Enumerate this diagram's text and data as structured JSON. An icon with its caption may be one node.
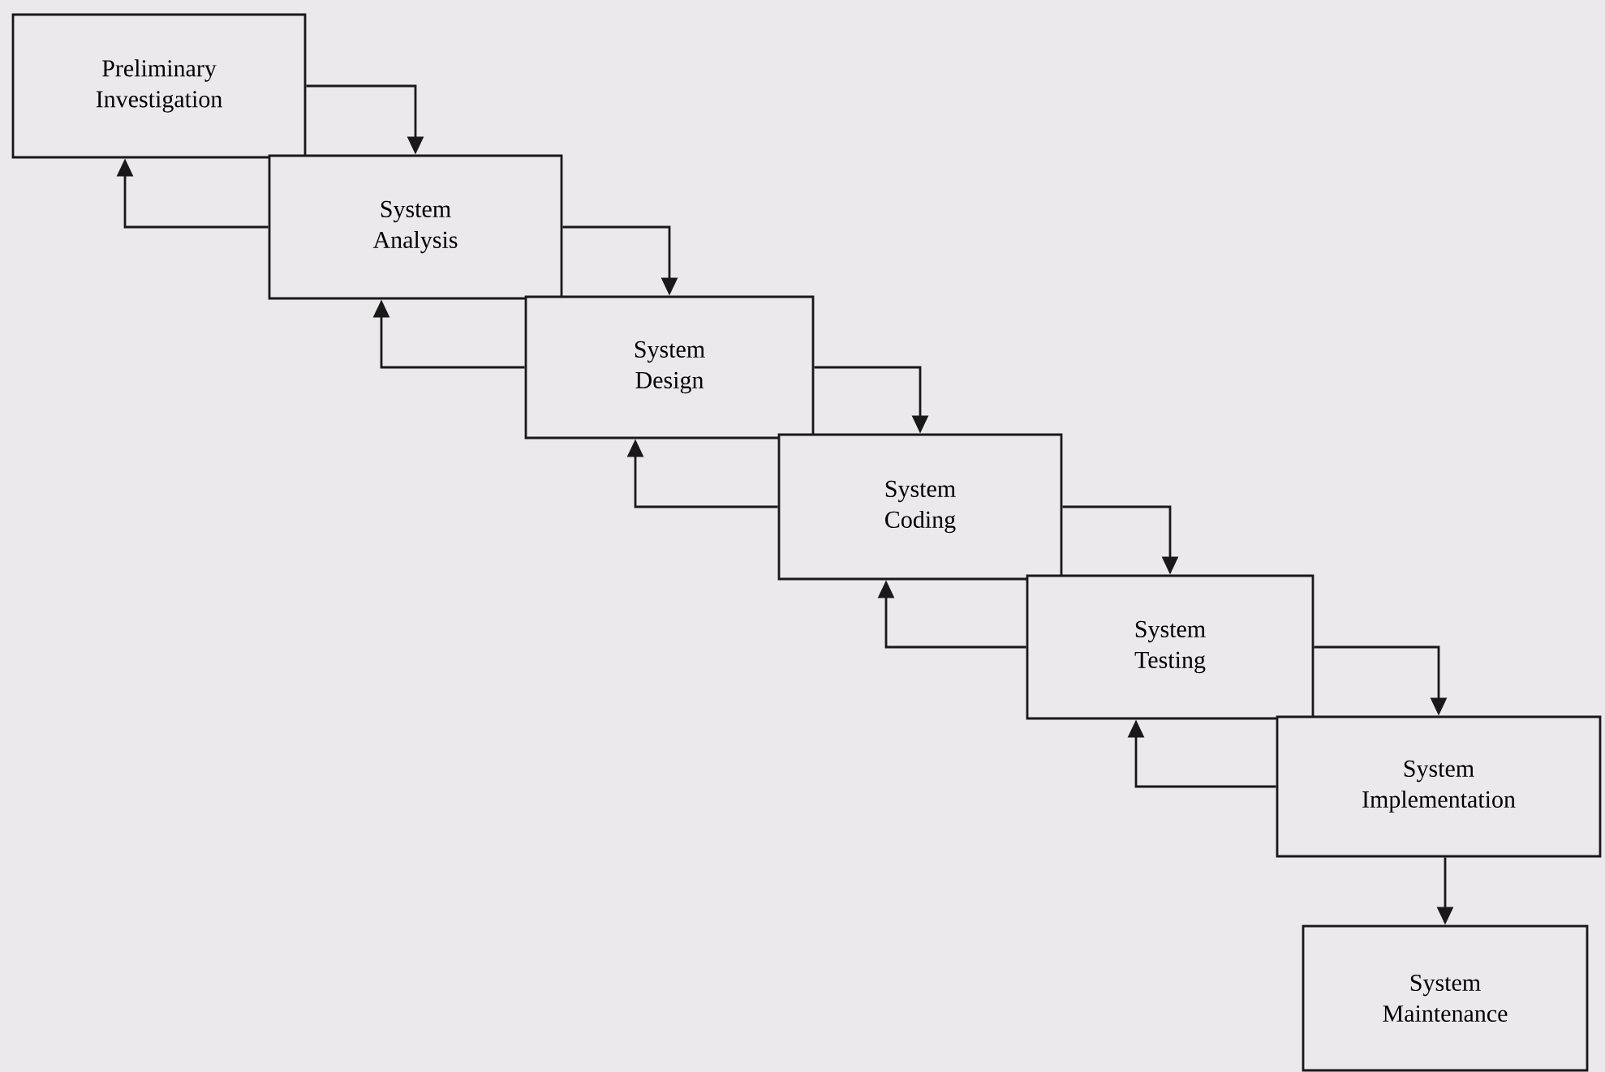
{
  "diagram": {
    "nodes": [
      {
        "text": [
          "Preliminary Investigation"
        ]
      },
      {
        "text": [
          "System Analysis"
        ]
      },
      {
        "text": [
          "System Design"
        ]
      },
      {
        "text": [
          "System Coding"
        ]
      },
      {
        "text": [
          "System Testing"
        ]
      },
      {
        "text": [
          "System Implementation"
        ]
      },
      {
        "text": [
          "System Maintenance"
        ]
      }
    ],
    "edges": [
      {
        "from": 0,
        "to": 1,
        "arrow": "to"
      },
      {
        "from": 1,
        "to": 0,
        "arrow": "to"
      },
      {
        "from": 1,
        "to": 2,
        "arrow": "to"
      },
      {
        "from": 2,
        "to": 1,
        "arrow": "to"
      },
      {
        "from": 2,
        "to": 3,
        "arrow": "to"
      },
      {
        "from": 3,
        "to": 2,
        "arrow": "to"
      },
      {
        "from": 3,
        "to": 4,
        "arrow": "to"
      },
      {
        "from": 4,
        "to": 3,
        "arrow": "to"
      },
      {
        "from": 4,
        "to": 5,
        "arrow": "to"
      },
      {
        "from": 5,
        "to": 4,
        "arrow": "to"
      },
      {
        "from": 5,
        "to": 6,
        "arrow": "to"
      }
    ]
  }
}
